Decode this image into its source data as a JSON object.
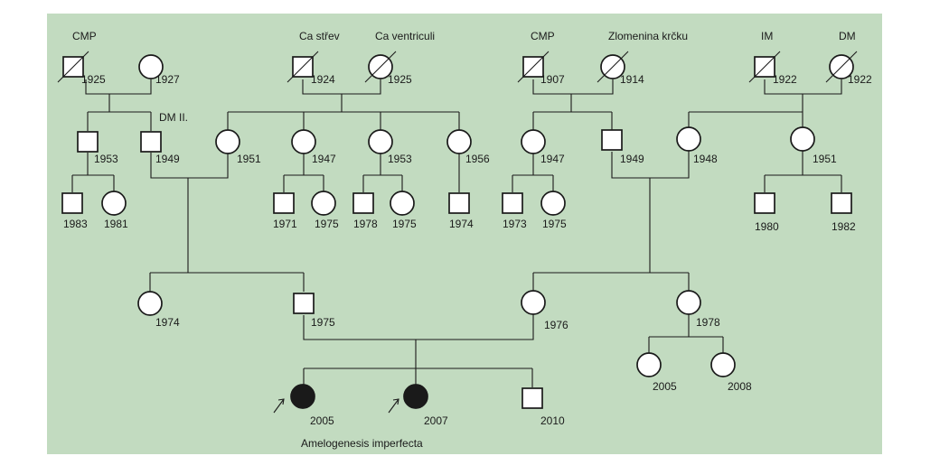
{
  "colors": {
    "background": "#c2dbc0",
    "ink": "#1a1a1a",
    "affected": "#1a1a1a",
    "unaffected": "#ffffff"
  },
  "people": [
    {
      "id": "g1a",
      "sex": "m",
      "deceased": true,
      "label": "1925",
      "note": "CMP"
    },
    {
      "id": "g1b",
      "sex": "f",
      "label": "1927"
    },
    {
      "id": "g1c",
      "sex": "m",
      "deceased": true,
      "label": "1924",
      "note": "Ca střev"
    },
    {
      "id": "g1d",
      "sex": "f",
      "deceased": true,
      "label": "1925",
      "note": "Ca ventriculi"
    },
    {
      "id": "g1e",
      "sex": "m",
      "deceased": true,
      "label": "1907",
      "note": "CMP"
    },
    {
      "id": "g1f",
      "sex": "f",
      "deceased": true,
      "label": "1914",
      "note": "Zlomenina krčku"
    },
    {
      "id": "g1g",
      "sex": "m",
      "deceased": true,
      "label": "1922",
      "note": "IM"
    },
    {
      "id": "g1h",
      "sex": "f",
      "deceased": true,
      "label": "1922",
      "note": "DM"
    },
    {
      "id": "g2a",
      "sex": "m",
      "label": "1953"
    },
    {
      "id": "g2b",
      "sex": "m",
      "label": "1949",
      "note": "DM II."
    },
    {
      "id": "g2c",
      "sex": "f",
      "label": "1951"
    },
    {
      "id": "g2d",
      "sex": "f",
      "label": "1947"
    },
    {
      "id": "g2e",
      "sex": "f",
      "label": "1953"
    },
    {
      "id": "g2f",
      "sex": "f",
      "label": "1956"
    },
    {
      "id": "g2g",
      "sex": "f",
      "label": "1947"
    },
    {
      "id": "g2h",
      "sex": "m",
      "label": "1949"
    },
    {
      "id": "g2i",
      "sex": "f",
      "label": "1948"
    },
    {
      "id": "g2j",
      "sex": "f",
      "label": "1951"
    },
    {
      "id": "g3a",
      "sex": "m",
      "label": "1983"
    },
    {
      "id": "g3b",
      "sex": "f",
      "label": "1981"
    },
    {
      "id": "g3c",
      "sex": "m",
      "label": "1971"
    },
    {
      "id": "g3d",
      "sex": "f",
      "label": "1975"
    },
    {
      "id": "g3e",
      "sex": "m",
      "label": "1978"
    },
    {
      "id": "g3f",
      "sex": "f",
      "label": "1975"
    },
    {
      "id": "g3g",
      "sex": "m",
      "label": "1974"
    },
    {
      "id": "g3h",
      "sex": "m",
      "label": "1973"
    },
    {
      "id": "g3i",
      "sex": "f",
      "label": "1975"
    },
    {
      "id": "g3j",
      "sex": "m",
      "label": "1980"
    },
    {
      "id": "g3k",
      "sex": "m",
      "label": "1982"
    },
    {
      "id": "g4a",
      "sex": "f",
      "label": "1974"
    },
    {
      "id": "g4b",
      "sex": "m",
      "label": "1975"
    },
    {
      "id": "g4c",
      "sex": "f",
      "label": "1976"
    },
    {
      "id": "g4d",
      "sex": "f",
      "label": "1978"
    },
    {
      "id": "g5a",
      "sex": "f",
      "label": "2005"
    },
    {
      "id": "g5b",
      "sex": "f",
      "label": "2008"
    },
    {
      "id": "g5c",
      "sex": "f",
      "affected": true,
      "proband": true,
      "label": "2005"
    },
    {
      "id": "g5d",
      "sex": "f",
      "affected": true,
      "proband": true,
      "label": "2007"
    },
    {
      "id": "g5e",
      "sex": "m",
      "label": "2010"
    }
  ],
  "caption": "Amelogenesis imperfecta"
}
